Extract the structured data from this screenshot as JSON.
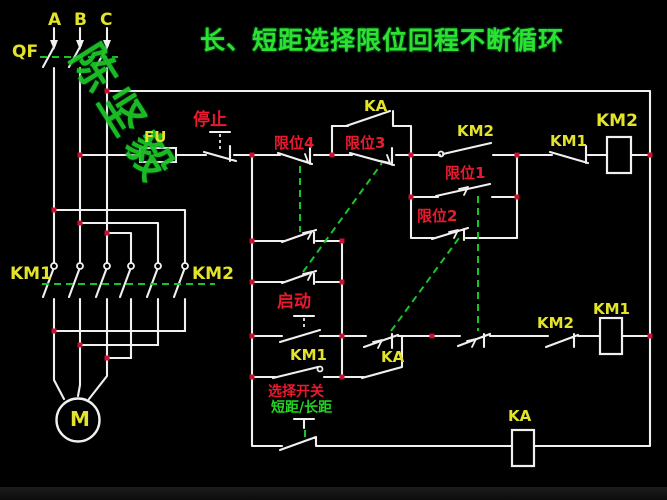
{
  "title": "长、短距选择限位回程不断循环",
  "watermark": "陈坚毅",
  "power": {
    "phase_a": "A",
    "phase_b": "B",
    "phase_c": "C",
    "breaker": "QF",
    "fuse": "FU",
    "km1_main": "KM1",
    "km2_main": "KM2",
    "motor": "M"
  },
  "control": {
    "stop": "停止",
    "limit4": "限位4",
    "limit3": "限位3",
    "limit1": "限位1",
    "limit2": "限位2",
    "ka_bypass": "KA",
    "km2_seal": "KM2",
    "km1_interlock": "KM1",
    "km2_coil": "KM2",
    "start": "启动",
    "km1_seal": "KM1",
    "ka_contact": "KA",
    "km2_interlock": "KM2",
    "km1_coil": "KM1",
    "selector": "选择开关",
    "selector_mode": "短距/长距",
    "ka_coil": "KA"
  },
  "colors": {
    "background": "#000000",
    "wire": "#f0f0f0",
    "link_dash": "#1ac32a",
    "title_green": "#2ee12e",
    "label_red": "#ea1a2e",
    "label_yellow": "#e3e32b",
    "junction_dot": "#c41230",
    "watermark_green": "#1dc425"
  }
}
